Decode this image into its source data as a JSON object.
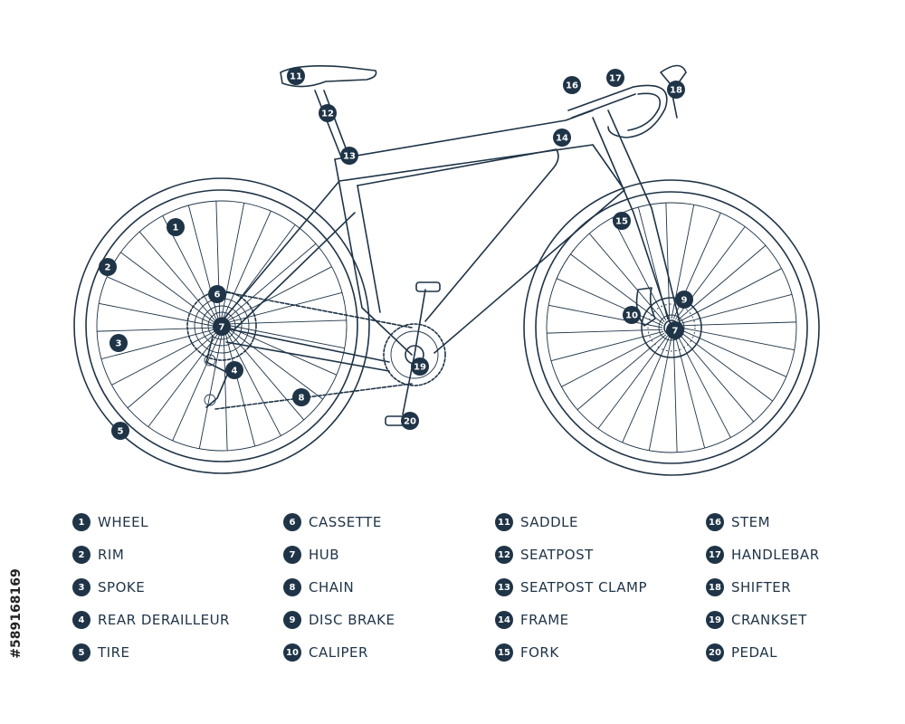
{
  "parts": [
    {
      "num": "1",
      "label": "WHEEL"
    },
    {
      "num": "2",
      "label": "RIM"
    },
    {
      "num": "3",
      "label": "SPOKE"
    },
    {
      "num": "4",
      "label": "REAR DERAILLEUR"
    },
    {
      "num": "5",
      "label": "TIRE"
    },
    {
      "num": "6",
      "label": "CASSETTE"
    },
    {
      "num": "7",
      "label": "HUB"
    },
    {
      "num": "8",
      "label": "CHAIN"
    },
    {
      "num": "9",
      "label": "DISC BRAKE"
    },
    {
      "num": "10",
      "label": "CALIPER"
    },
    {
      "num": "11",
      "label": "SADDLE"
    },
    {
      "num": "12",
      "label": "SEATPOST"
    },
    {
      "num": "13",
      "label": "SEATPOST CLAMP"
    },
    {
      "num": "14",
      "label": "FRAME"
    },
    {
      "num": "15",
      "label": "FORK"
    },
    {
      "num": "16",
      "label": "STEM"
    },
    {
      "num": "17",
      "label": "HANDLEBAR"
    },
    {
      "num": "18",
      "label": "SHIFTER"
    },
    {
      "num": "19",
      "label": "CRANKSET"
    },
    {
      "num": "20",
      "label": "PEDAL"
    }
  ],
  "callouts": {
    "c1": "1",
    "c2": "2",
    "c3": "3",
    "c4": "4",
    "c5": "5",
    "c6": "6",
    "c7a": "7",
    "c7b": "7",
    "c8": "8",
    "c9": "9",
    "c10": "10",
    "c11": "11",
    "c12": "12",
    "c13": "13",
    "c14": "14",
    "c15": "15",
    "c16": "16",
    "c17": "17",
    "c18": "18",
    "c19": "19",
    "c20": "20"
  },
  "stock_id": "#589168169",
  "colors": {
    "line": "#1f3447",
    "background": "#ffffff"
  }
}
